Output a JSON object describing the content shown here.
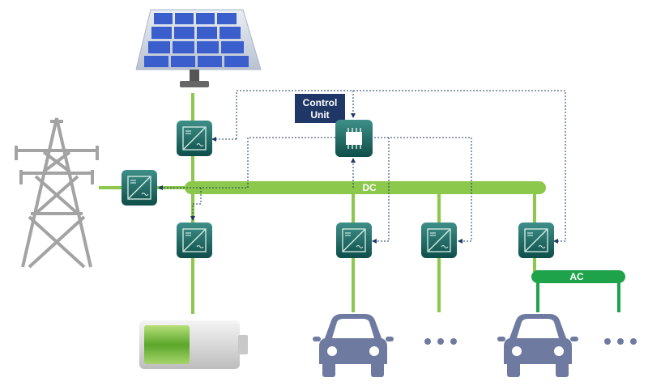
{
  "labels": {
    "control_unit_line1": "Control",
    "control_unit_line2": "Unit",
    "dc_bus": "DC",
    "ac_bus": "AC"
  },
  "colors": {
    "bus_green": "#8cc84b",
    "ac_green": "#1fa34a",
    "converter_teal": "#1d6b66",
    "control_navy": "#1f3766",
    "tower_gray": "#a3a3a3",
    "car_slate": "#6f7aa1",
    "solar_blue": "#3a5fcd",
    "signal_navy": "#1f3766"
  },
  "icons": {
    "solar": "solar-panel-icon",
    "tower": "power-tower-icon",
    "battery": "battery-icon",
    "car": "car-icon",
    "converter": "converter-icon",
    "control": "microchip-icon",
    "more": "ellipsis-icon"
  }
}
